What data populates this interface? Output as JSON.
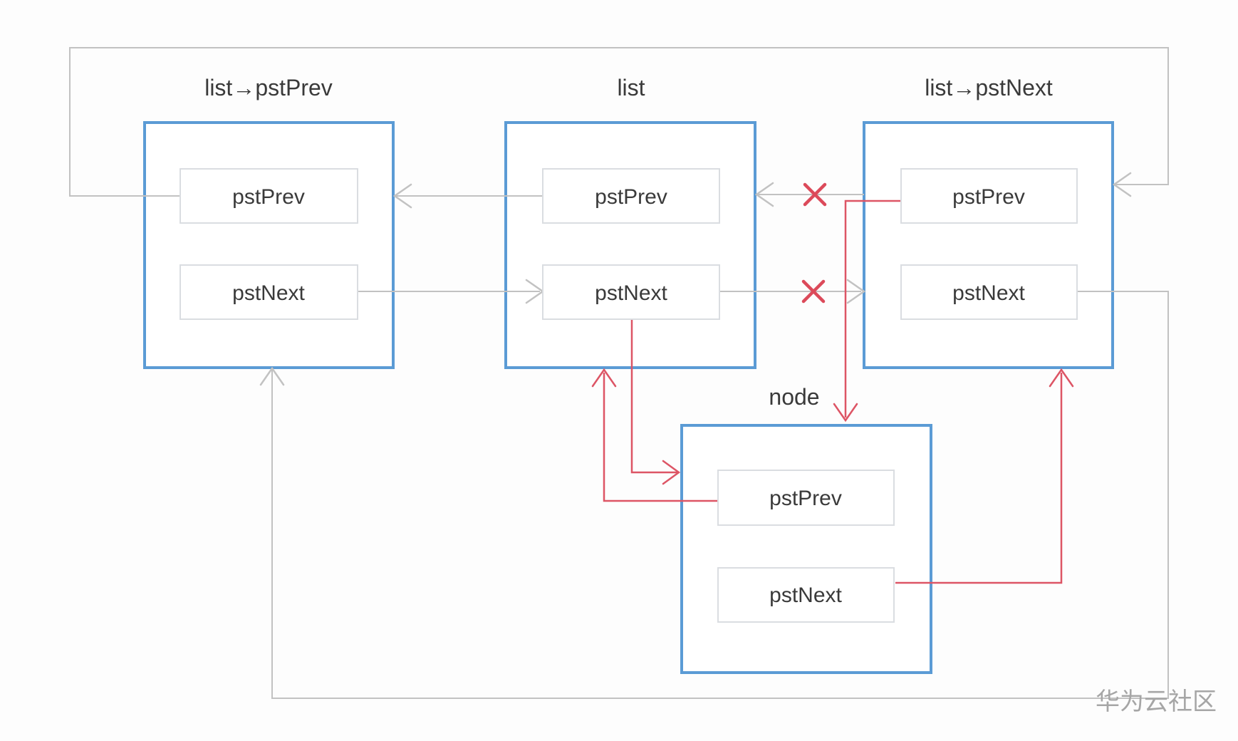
{
  "diagram": {
    "nodes": {
      "list_prev": {
        "label": "list→pstPrev",
        "prev": "pstPrev",
        "next": "pstNext"
      },
      "list": {
        "label": "list",
        "prev": "pstPrev",
        "next": "pstNext"
      },
      "list_next": {
        "label": "list→pstNext",
        "prev": "pstPrev",
        "next": "pstNext"
      },
      "node": {
        "label": "node",
        "prev": "pstPrev",
        "next": "pstNext"
      }
    }
  },
  "watermark": {
    "text": "华为云社区"
  },
  "colors": {
    "node_border": "#5b9bd5",
    "field_border": "#dadde1",
    "link_gray": "#c2c2c2",
    "link_red": "#dd5565",
    "broken_cross": "#dc4a5a",
    "label_text": "#3a3a3a",
    "watermark_text": "#a6a6a6",
    "background": "#fdfdfd"
  }
}
